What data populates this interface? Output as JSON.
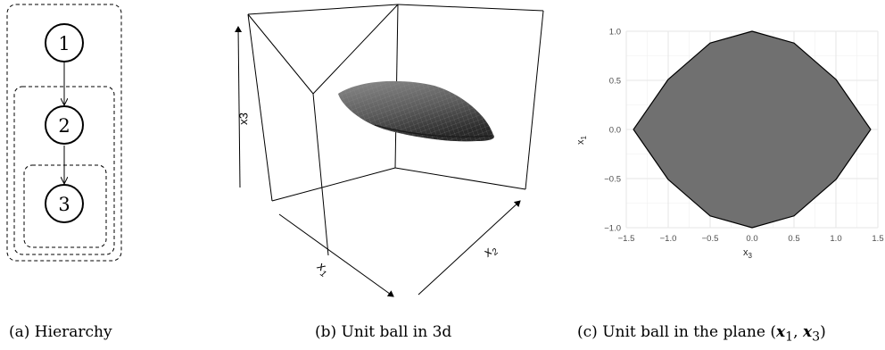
{
  "captions": {
    "a": "(a) Hierarchy",
    "b": "(b) Unit ball in 3d",
    "c_prefix": "(c) Unit ball in the plane (",
    "c_var1": "x",
    "c_sub1": "1",
    "c_sep": ", ",
    "c_var2": "x",
    "c_sub2": "3",
    "c_suffix": ")"
  },
  "hierarchy": {
    "nodes": [
      "1",
      "2",
      "3"
    ]
  },
  "plot3d": {
    "axis_x": "x",
    "axis_x_sub": "1",
    "axis_y": "x",
    "axis_y_sub": "2",
    "axis_z": "x3"
  },
  "chart_data": {
    "type": "area",
    "xlabel": "x",
    "xlabel_sub": "3",
    "ylabel": "x",
    "ylabel_sub": "1",
    "xlim": [
      -1.5,
      1.5
    ],
    "ylim": [
      -1.0,
      1.0
    ],
    "x_ticks": [
      "−1.5",
      "−1.0",
      "−0.5",
      "0.0",
      "0.5",
      "1.0",
      "1.5"
    ],
    "y_ticks": [
      "1.0",
      "0.5",
      "0.0",
      "−0.5",
      "−1.0"
    ],
    "grid": true,
    "series": [
      {
        "x": [
          -1.414,
          -1.0,
          -0.5,
          0.0,
          0.5,
          1.0,
          1.414
        ],
        "y_upper": [
          0.0,
          0.51,
          0.88,
          1.0,
          0.88,
          0.51,
          0.0
        ],
        "y_lower": [
          0.0,
          -0.51,
          -0.88,
          -1.0,
          -0.88,
          -0.51,
          0.0
        ]
      }
    ],
    "fill_color": "#707070",
    "edge_color": "#000000"
  }
}
